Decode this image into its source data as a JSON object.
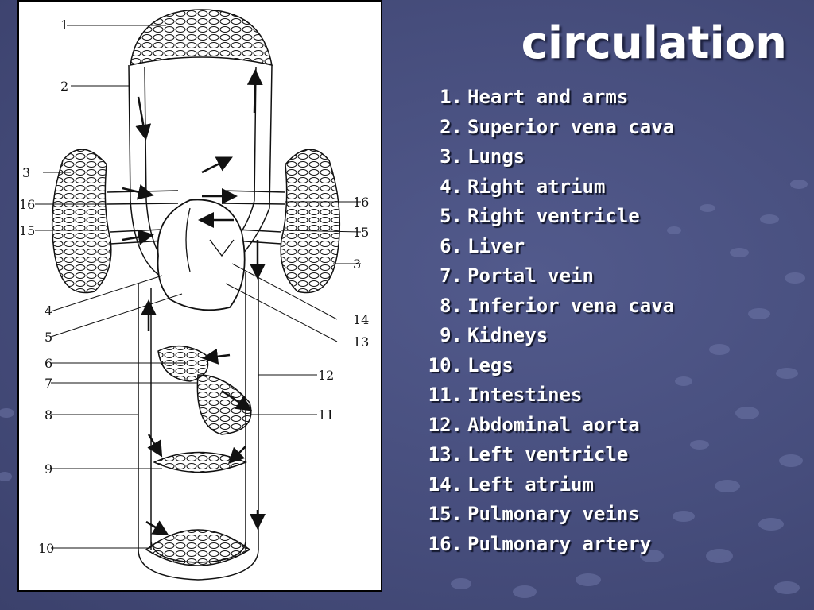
{
  "slide": {
    "title": "circulation"
  },
  "legend": [
    {
      "num": "1.",
      "label": "Heart and arms"
    },
    {
      "num": "2.",
      "label": "Superior vena cava"
    },
    {
      "num": "3.",
      "label": "Lungs"
    },
    {
      "num": "4.",
      "label": "Right atrium"
    },
    {
      "num": "5.",
      "label": "Right ventricle"
    },
    {
      "num": "6.",
      "label": "Liver"
    },
    {
      "num": "7.",
      "label": "Portal vein"
    },
    {
      "num": "8.",
      "label": "Inferior vena cava"
    },
    {
      "num": "9.",
      "label": "Kidneys"
    },
    {
      "num": "10.",
      "label": "Legs"
    },
    {
      "num": "11.",
      "label": "Intestines"
    },
    {
      "num": "12.",
      "label": "Abdominal aorta"
    },
    {
      "num": "13.",
      "label": "Left ventricle"
    },
    {
      "num": "14.",
      "label": "Left atrium"
    },
    {
      "num": "15.",
      "label": "Pulmonary veins"
    },
    {
      "num": "16.",
      "label": "Pulmonary artery"
    }
  ],
  "diagram": {
    "callouts": {
      "c1": "1",
      "c2": "2",
      "c3l": "3",
      "c3r": "3",
      "c4": "4",
      "c5": "5",
      "c6": "6",
      "c7": "7",
      "c8": "8",
      "c9": "9",
      "c10": "10",
      "c11": "11",
      "c12": "12",
      "c13": "13",
      "c14": "14",
      "c15l": "15",
      "c15r": "15",
      "c16l": "16",
      "c16r": "16"
    }
  },
  "colors": {
    "background": "#464d7c",
    "text": "#ffffff",
    "diagram_paper": "#ffffff",
    "diagram_ink": "#111111"
  }
}
